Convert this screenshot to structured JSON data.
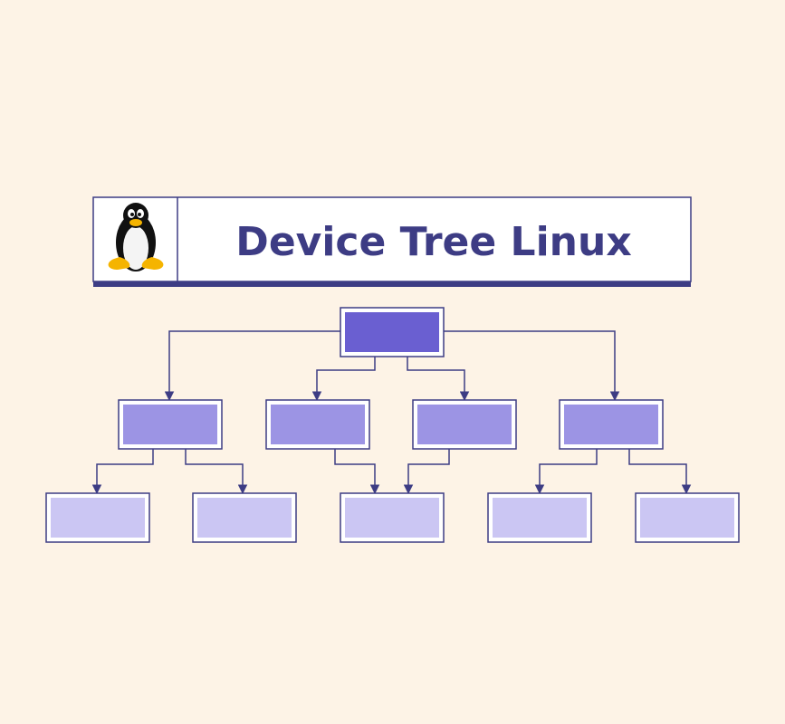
{
  "header": {
    "title": "Device Tree Linux",
    "logo_icon": "tux-penguin-icon"
  },
  "colors": {
    "background": "#fdf3e6",
    "accent": "#3d3c84",
    "root_fill": "#6a5fd1",
    "level1_fill": "#9c94e4",
    "level2_fill": "#cbc6f3",
    "frame_fill": "#ffffff"
  },
  "tree": {
    "root": {
      "id": "root",
      "children": [
        "a",
        "b",
        "c",
        "d"
      ]
    },
    "level1": [
      {
        "id": "a",
        "children": [
          "a1",
          "a2"
        ]
      },
      {
        "id": "b",
        "children": [
          "shared"
        ]
      },
      {
        "id": "c",
        "children": [
          "shared"
        ]
      },
      {
        "id": "d",
        "children": [
          "d1",
          "d2"
        ]
      }
    ],
    "level2": [
      {
        "id": "a1"
      },
      {
        "id": "a2"
      },
      {
        "id": "shared"
      },
      {
        "id": "d1"
      },
      {
        "id": "d2"
      }
    ]
  }
}
